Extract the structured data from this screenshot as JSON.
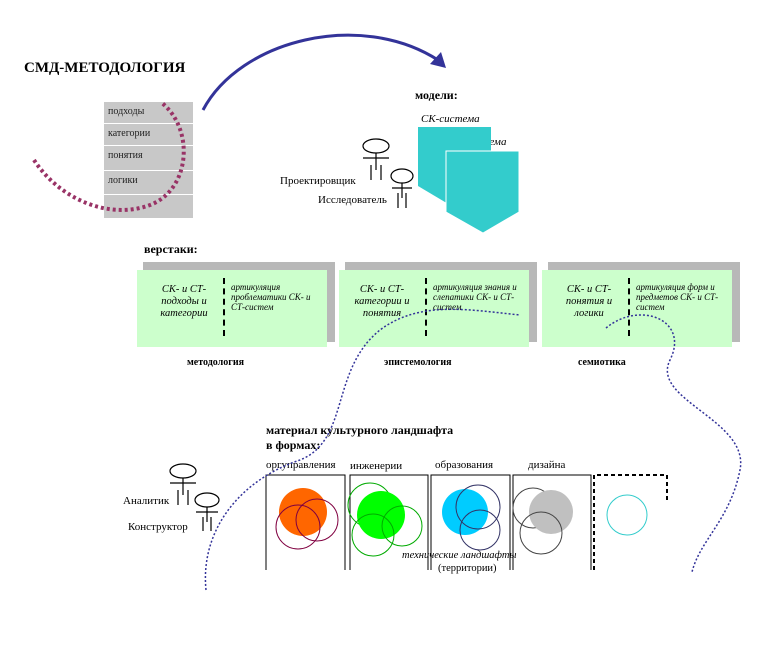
{
  "title": "СМД-МЕТОДОЛОГИЯ",
  "stack_items": [
    "подходы",
    "категории",
    "понятия",
    "логики"
  ],
  "models": {
    "heading": "модели:",
    "ck": "СК-система",
    "ct": "СТ-система",
    "roles": [
      "Проектировщик",
      "Исследователь"
    ]
  },
  "workbenches": {
    "heading": "верстаки:",
    "items": [
      {
        "left": "СК- и СТ-подходы и категории",
        "right": "артикуляция проблематики СК- и СТ-систем",
        "label": "методология"
      },
      {
        "left": "СК- и СТ-категории и понятия",
        "right": "артикуляция знания и слепатики СК- и СТ-систем",
        "label": "эпистемология"
      },
      {
        "left": "СК- и СТ-понятия и логики",
        "right": "артикуляция форм и предметов СК- и СТ-систем",
        "label": "семиотика"
      }
    ]
  },
  "landscape": {
    "heading_line1": "материал культурного ландшафта",
    "heading_line2": "в формах:",
    "columns": [
      "оргуправления",
      "инженерии",
      "образования",
      "дизайна"
    ],
    "roles": [
      "Аналитик",
      "Конструктор"
    ],
    "caption_line1": "технические ландшафты",
    "caption_line2": "(территории)",
    "colors": {
      "orgmanagement": "#ff6600",
      "engineering": "#00ff00",
      "education": "#00ccff",
      "design": "#c0c0c0",
      "teal_outline": "#33cccc"
    }
  }
}
